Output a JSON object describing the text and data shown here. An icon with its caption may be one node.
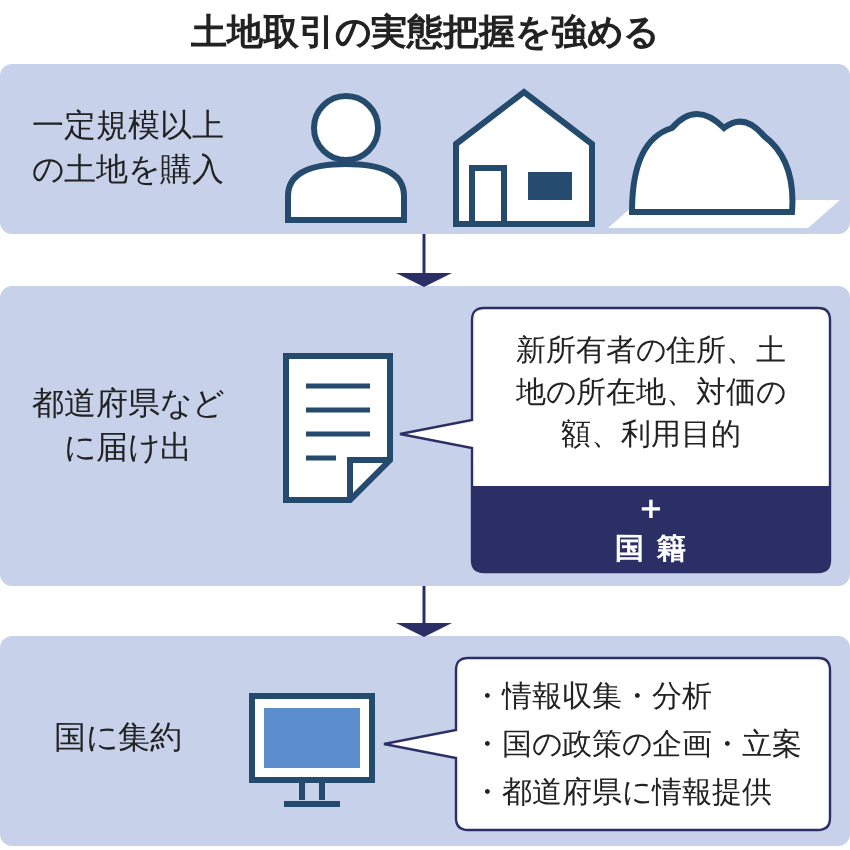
{
  "diagram": {
    "title": "土地取引の実態把握を強める",
    "nodes": [
      {
        "text": [
          "一定規模以上の土地を購入"
        ]
      },
      {
        "text": [
          "都道府県などに届け出"
        ]
      },
      {
        "text": [
          "新所有者の住所、土地の所在地、対価の額、利用目的",
          "+",
          "国籍"
        ],
        "in": 1
      },
      {
        "text": [
          "国に集約"
        ]
      },
      {
        "text": [
          "・情報収集・分析",
          "・国の政策の企画・立案",
          "・都道府県に情報提供"
        ],
        "in": 3
      }
    ],
    "edges": [
      {
        "from": 0,
        "to": 1,
        "arrow": "to"
      },
      {
        "from": 1,
        "to": 3,
        "arrow": "to"
      }
    ]
  }
}
